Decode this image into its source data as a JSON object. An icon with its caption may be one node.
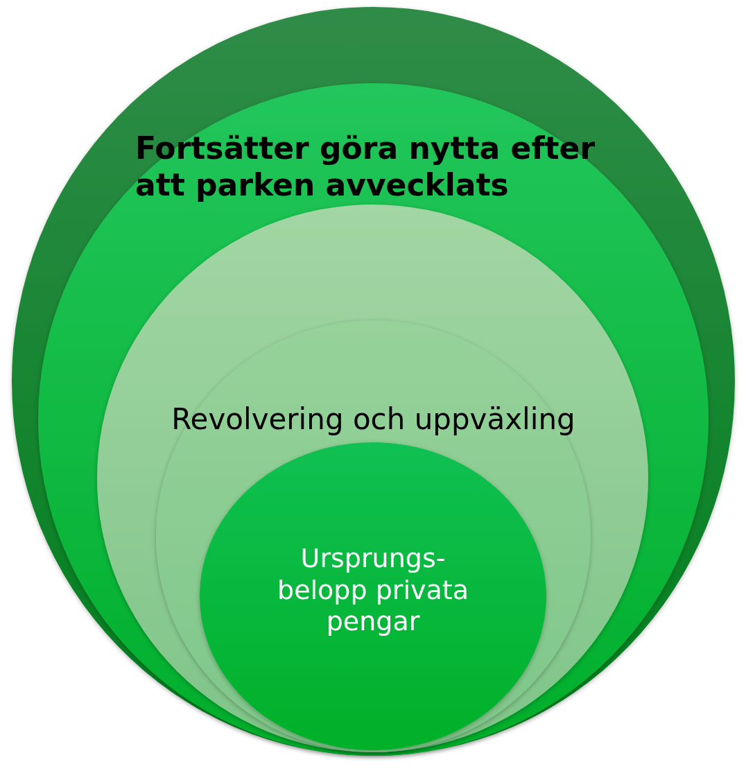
{
  "diagram": {
    "nodes": [
      {
        "text": [],
        "shape": "circle"
      },
      {
        "text": [
          "Fortsätter göra nytta efter att parken avvecklats"
        ],
        "in": 0
      },
      {
        "text": [],
        "shape": "circle",
        "in": 1
      },
      {
        "text": [
          "Revolvering och uppväxling"
        ],
        "in": 2
      },
      {
        "text": [
          "Ursprungs- belopp privata pengar"
        ],
        "in": 3
      }
    ]
  }
}
